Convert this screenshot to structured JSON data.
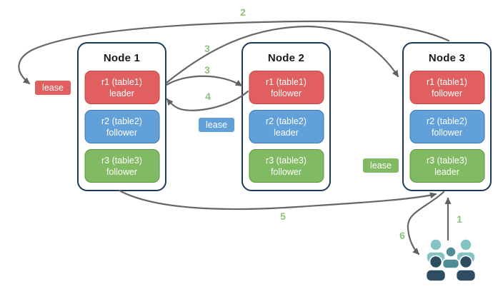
{
  "nodes": [
    {
      "title": "Node 1",
      "replicas": [
        {
          "line1": "r1 (table1)",
          "line2": "leader"
        },
        {
          "line1": "r2 (table2)",
          "line2": "follower"
        },
        {
          "line1": "r3 (table3)",
          "line2": "follower"
        }
      ]
    },
    {
      "title": "Node 2",
      "replicas": [
        {
          "line1": "r1 (table1)",
          "line2": "follower"
        },
        {
          "line1": "r2 (table2)",
          "line2": "leader"
        },
        {
          "line1": "r3 (table3)",
          "line2": "follower"
        }
      ]
    },
    {
      "title": "Node 3",
      "replicas": [
        {
          "line1": "r1 (table1)",
          "line2": "follower"
        },
        {
          "line1": "r2 (table2)",
          "line2": "follower"
        },
        {
          "line1": "r3 (table3)",
          "line2": "leader"
        }
      ]
    }
  ],
  "leases": {
    "red": "lease",
    "blue": "lease",
    "green": "lease"
  },
  "steps": {
    "step1": "1",
    "step2": "2",
    "step3_to_node3": "3",
    "step3_to_node2": "3",
    "step4": "4",
    "step5": "5",
    "step6": "6"
  },
  "icons": {
    "users": "users-icon"
  },
  "colors": {
    "replica_red": "#e25f5f",
    "replica_red_border": "#c24545",
    "replica_blue": "#61a0d8",
    "replica_blue_border": "#3b78b5",
    "replica_green": "#80ba62",
    "replica_green_border": "#5d9440",
    "node_border": "#1d3a5f",
    "arrow": "#666666",
    "step_label": "#8dc378",
    "users_light": "#83c3c4",
    "users_mid": "#4e8d96",
    "users_dark": "#2e4d63"
  }
}
